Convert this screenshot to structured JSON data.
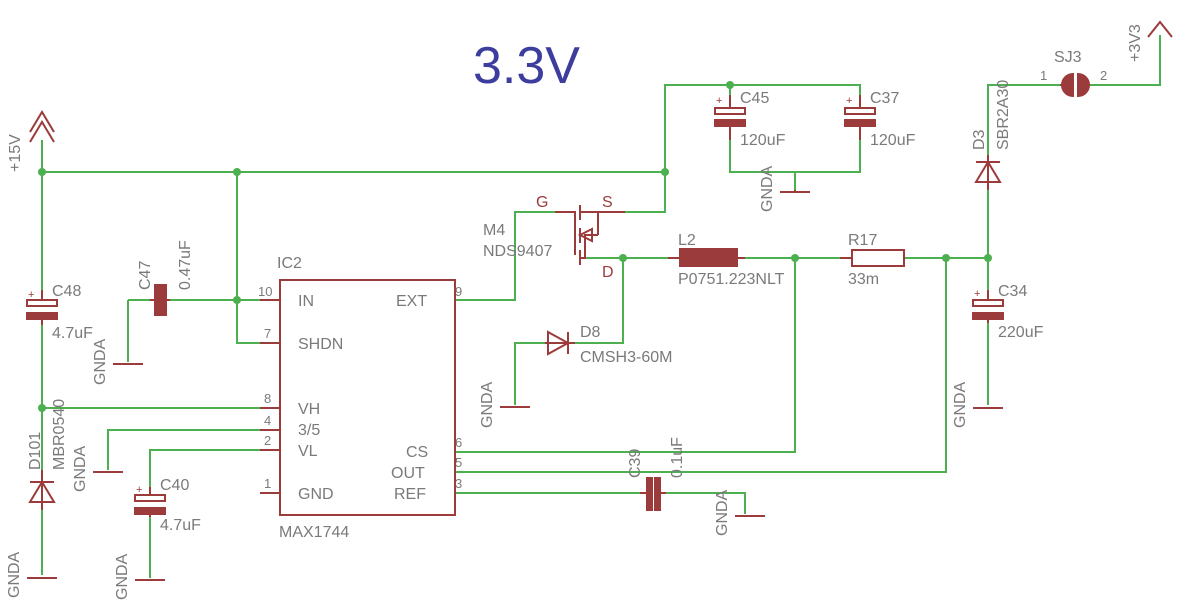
{
  "title": "3.3V",
  "rails": {
    "plus15": "+15V",
    "plus3v3": "+3V3",
    "gnd": "GNDA"
  },
  "ic2": {
    "ref": "IC2",
    "value": "MAX1744",
    "pins": [
      {
        "num": "10",
        "name": "IN"
      },
      {
        "num": "7",
        "name": "SHDN"
      },
      {
        "num": "8",
        "name": "VH"
      },
      {
        "num": "4",
        "name": "3/5"
      },
      {
        "num": "2",
        "name": "VL"
      },
      {
        "num": "1",
        "name": "GND"
      },
      {
        "num": "9",
        "name": "EXT"
      },
      {
        "num": "6",
        "name": "CS"
      },
      {
        "num": "5",
        "name": "OUT"
      },
      {
        "num": "3",
        "name": "REF"
      }
    ]
  },
  "c48": {
    "ref": "C48",
    "value": "4.7uF"
  },
  "c47": {
    "ref": "C47",
    "value": "0.47uF"
  },
  "c40": {
    "ref": "C40",
    "value": "4.7uF"
  },
  "c45": {
    "ref": "C45",
    "value": "120uF"
  },
  "c37": {
    "ref": "C37",
    "value": "120uF"
  },
  "c39": {
    "ref": "C39",
    "value": "0.1uF"
  },
  "c34": {
    "ref": "C34",
    "value": "220uF"
  },
  "d101": {
    "ref": "D101",
    "value": "MBR0540"
  },
  "d8": {
    "ref": "D8",
    "value": "CMSH3-60M"
  },
  "d3": {
    "ref": "D3",
    "value": "SBR2A30"
  },
  "m4": {
    "ref": "M4",
    "value": "NDS9407",
    "g": "G",
    "s": "S",
    "d": "D"
  },
  "l2": {
    "ref": "L2",
    "value": "P0751.223NLT"
  },
  "r17": {
    "ref": "R17",
    "value": "33m"
  },
  "sj3": {
    "ref": "SJ3",
    "pin1": "1",
    "pin2": "2"
  },
  "polarity": "+"
}
